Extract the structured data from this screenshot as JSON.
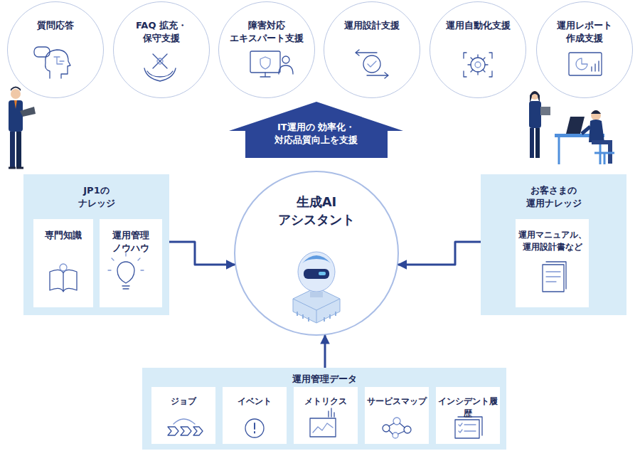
{
  "diagram": {
    "nodes": [
      {
        "text": [
          "質問応答"
        ]
      },
      {
        "text": [
          "FAQ 拡充・ 保守支援"
        ]
      },
      {
        "text": [
          "障害対応 エキスパート支援"
        ]
      },
      {
        "text": [
          "運用設計支援"
        ]
      },
      {
        "text": [
          "運用自動化支援"
        ]
      },
      {
        "text": [
          "運用レポート 作成支援"
        ]
      },
      {
        "text": [
          "IT運用の 効率化・対応品質向上を支援"
        ]
      },
      {
        "text": [
          "JP1の ナレッジ"
        ]
      },
      {
        "text": [
          "専門知識"
        ],
        "in": 7
      },
      {
        "text": [
          "運用管理 ノウハウ"
        ],
        "in": 7
      },
      {
        "text": [
          "生成AI アシスタント"
        ]
      },
      {
        "text": [
          "お客さまの 運用ナレッジ"
        ]
      },
      {
        "text": [
          "運用マニュアル、 運用設計書など"
        ],
        "in": 11
      },
      {
        "text": [
          "運用管理データ"
        ]
      },
      {
        "text": [
          "ジョブ"
        ],
        "in": 13
      },
      {
        "text": [
          "イベント"
        ],
        "in": 13
      },
      {
        "text": [
          "メトリクス"
        ],
        "in": 13
      },
      {
        "text": [
          "サービスマップ"
        ],
        "in": 13
      },
      {
        "text": [
          "インシデント履歴"
        ],
        "in": 13
      }
    ],
    "edges": [
      {
        "from": 7,
        "to": 10,
        "arrow": "to"
      },
      {
        "from": 11,
        "to": 10,
        "arrow": "to"
      },
      {
        "from": 13,
        "to": 10,
        "arrow": "to"
      }
    ]
  }
}
